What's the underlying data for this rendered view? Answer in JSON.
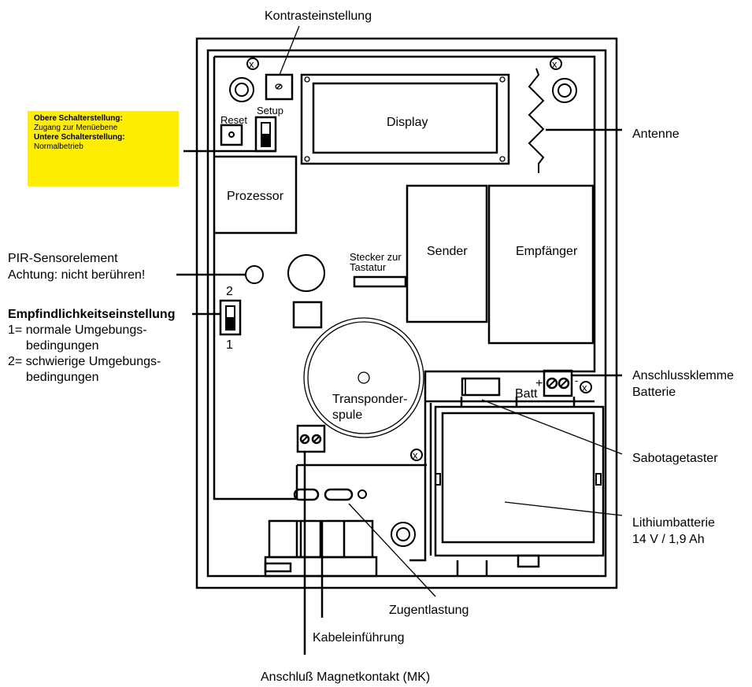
{
  "note": {
    "upper_title": "Obere Schalterstellung:",
    "upper_text": "Zugang zur Menüebene",
    "lower_title": "Untere Schalterstellung:",
    "lower_text": "Normalbetrieb",
    "background_color": "#ffee00"
  },
  "labels": {
    "kontrast": "Kontrasteinstellung",
    "antenne": "Antenne",
    "pir_line1": "PIR-Sensorelement",
    "pir_line2": "Achtung: nicht berühren!",
    "empf_title": "Empfindlichkeitseinstellung",
    "empf_l1": "1= normale Umgebungs-",
    "empf_l2": "bedingungen",
    "empf_l3": "2= schwierige Umgebungs-",
    "empf_l4": "bedingungen",
    "klemme_l1": "Anschlussklemme",
    "klemme_l2": "Batterie",
    "sabotage": "Sabotagetaster",
    "lithium_l1": "Lithiumbatterie",
    "lithium_l2": "14 V / 1,9 Ah",
    "zugentlastung": "Zugentlastung",
    "kabel": "Kabeleinführung",
    "mk": "Anschluß Magnetkontakt (MK)"
  },
  "board": {
    "display": "Display",
    "prozessor": "Prozessor",
    "sender": "Sender",
    "empfaenger": "Empfänger",
    "reset": "Reset",
    "setup": "Setup",
    "stecker_l1": "Stecker zur",
    "stecker_l2": "Tastatur",
    "transponder_l1": "Transponder-",
    "transponder_l2": "spule",
    "switch_pos_2": "2",
    "switch_pos_1": "1",
    "batt": "Batt",
    "plus": "+",
    "minus": "-"
  }
}
